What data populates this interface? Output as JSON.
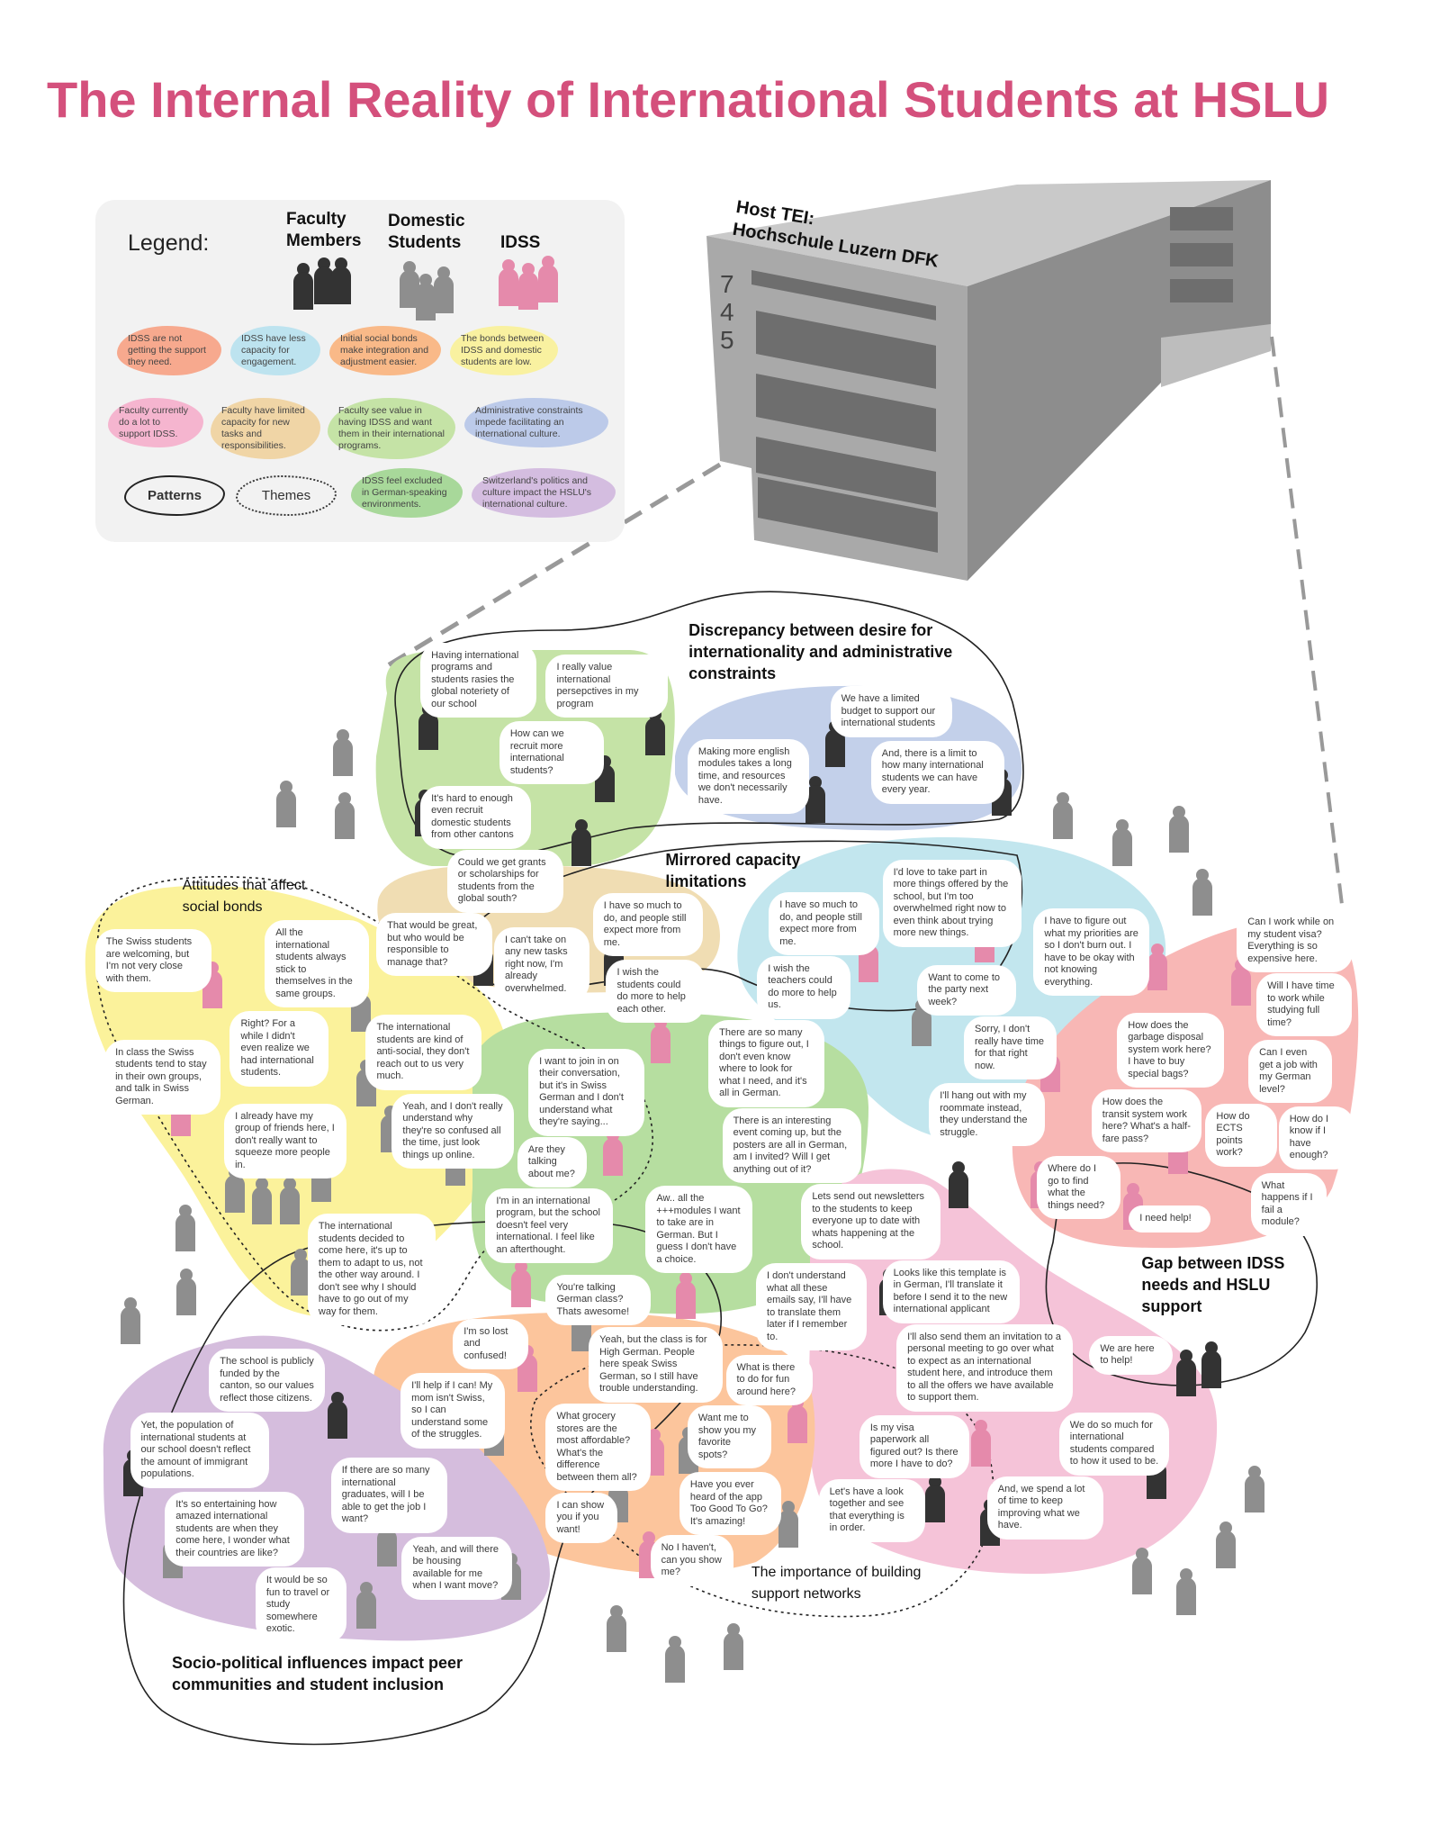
{
  "title": "The Internal Reality of International Students at HSLU",
  "colors": {
    "title": "#d4507c",
    "faculty": "#333333",
    "domestic": "#8e8e8e",
    "idss": "#e58aab"
  },
  "building": {
    "label_line1": "Host TEI:",
    "label_line2": "Hochschule Luzern DFK",
    "numbers": [
      "7",
      "4",
      "5"
    ]
  },
  "legend": {
    "title": "Legend:",
    "groups": [
      "Faculty Members",
      "Domestic Students",
      "IDSS"
    ],
    "chips": [
      "IDSS are not getting the support they need.",
      "IDSS have less capacity for engagement.",
      "Initial social bonds make integration and adjustment easier.",
      "The bonds between IDSS and domestic students are low.",
      "Faculty currently do a lot to support IDSS.",
      "Faculty have limited capacity for new tasks and responsibilities.",
      "Faculty see value in having IDSS and want them in their international programs.",
      "Administrative constraints impede facilitating an international culture.",
      "IDSS feel excluded in German-speaking environments.",
      "Switzerland's politics and culture impact the HSLU's international culture."
    ],
    "patterns": "Patterns",
    "themes": "Themes"
  },
  "themes": [
    "Discrepancy between desire for internationality and administrative constraints",
    "Mirrored capacity limitations",
    "Attitudes that affect social bonds",
    "Gap between IDSS needs and HSLU support",
    "Socio-political influences impact peer communities and student inclusion",
    "The importance of building support networks"
  ],
  "quotes": [
    "Having international programs and students rasies the global noteriety of our school",
    "I really value international persepctives in my program",
    "How can we recruit more international students?",
    "It's hard to enough even recruit domestic students from other cantons",
    "Could we get grants or scholarships for students from the global south?",
    "We have a limited budget to support our international students",
    "Making more english modules takes a long time, and resources we don't necessarily have.",
    "And, there is a limit to how many international students we can have every year.",
    "That would be great, but who would be responsible to manage that?",
    "I can't take on any new tasks right now, I'm already overwhelmed.",
    "I have so much to do, and people still expect more from me.",
    "I wish the students could do more to help each other.",
    "I have so much to do, and people still expect more from me.",
    "I wish the teachers could do more to help us.",
    "I'd love to take part in more things offered by the school, but I'm too overwhelmed right now to even think about trying more new things.",
    "I have to figure out what my priorities are so I don't burn out. I have to be okay with not knowing everything.",
    "Want to come to the party next week?",
    "Sorry, I don't really have time for that right now.",
    "I'll hang out with my roommate instead, they understand the struggle.",
    "The Swiss students are welcoming, but I'm not very close with them.",
    "All the international students always stick to themselves in the same groups.",
    "Right? For a while I didn't even realize we had international students.",
    "In class the Swiss students tend to stay in their own groups, and talk in Swiss German.",
    "I already have my group of friends here, I don't really want to squeeze more people in.",
    "The international students are kind of anti-social, they don't reach out to us very much.",
    "Yeah, and I don't really understand why they're so confused all the time, just look things up online.",
    "The international students decided to come here, it's up to them to adapt to us, not the other way around. I don't see why I should have to go out of my way for them.",
    "There are so many things to figure out, I don't even know where to look for what I need, and it's all in German.",
    "I want to join in on their conversation, but it's in Swiss German and I don't understand what they're saying...",
    "Are they talking about me?",
    "There is an interesting event coming up, but the posters are all in German, am I invited? Will I get anything out of it?",
    "Aw.. all the +++modules I want to take are in German. But I guess I don't have a choice.",
    "I'm in an international program, but the school doesn't feel very international. I feel like an afterthought.",
    "You're talking German class? Thats awesome!",
    "Lets send out newsletters to the students to keep everyone up to date with whats happening at the school.",
    "I don't understand what all these emails say, I'll have to translate them later if I remember to.",
    "Yeah, but the class is for High German. People here speak Swiss German, so I still have trouble understanding.",
    "I'm so lost and confused!",
    "I'll help if I can! My mom isn't Swiss, so I can understand some of the struggles.",
    "What grocery stores are the most affordable? What's the difference between them all?",
    "I can show you if you want!",
    "What is there to do for fun around here?",
    "Want me to show you my favorite spots?",
    "Have you ever heard of the app Too Good To Go? It's amazing!",
    "No I haven't, can you show me?",
    "The school is publicly funded by the canton, so our values reflect those citizens.",
    "Yet, the population of international students at our school doesn't reflect the amount of immigrant populations.",
    "It's so entertaining how amazed international students are when they come here, I wonder what their countries are like?",
    "If there are so many international graduates, will I be able to get the job I want?",
    "Yeah, and will there be housing available for me when I want move?",
    "It would be so fun to travel or study somewhere exotic.",
    "Can I work while on my student visa? Everything is so expensive here.",
    "Will I have time to work while studying full time?",
    "Can I even get a job with my German level?",
    "How does the garbage disposal system work here? I have to buy special bags?",
    "How does the transit system work here? What's a half-fare pass?",
    "How do ECTS points work?",
    "How do I know if I have enough?",
    "What happens if I fail a module?",
    "Where do I go to find what the things need?",
    "I need help!",
    "Looks like this template is in German, I'll translate it before I send it to the new international applicant",
    "I'll also send them an invitation to a personal meeting to go over what to expect as an international student here, and introduce them to all the offers we have available to support them.",
    "We are here to help!",
    "Is my visa paperwork all figured out? Is there more I have to do?",
    "Let's have a look together and see that everything is in order.",
    "We do so much for international students compared to how it used to be.",
    "And, we spend a lot of time to keep improving what we have."
  ]
}
